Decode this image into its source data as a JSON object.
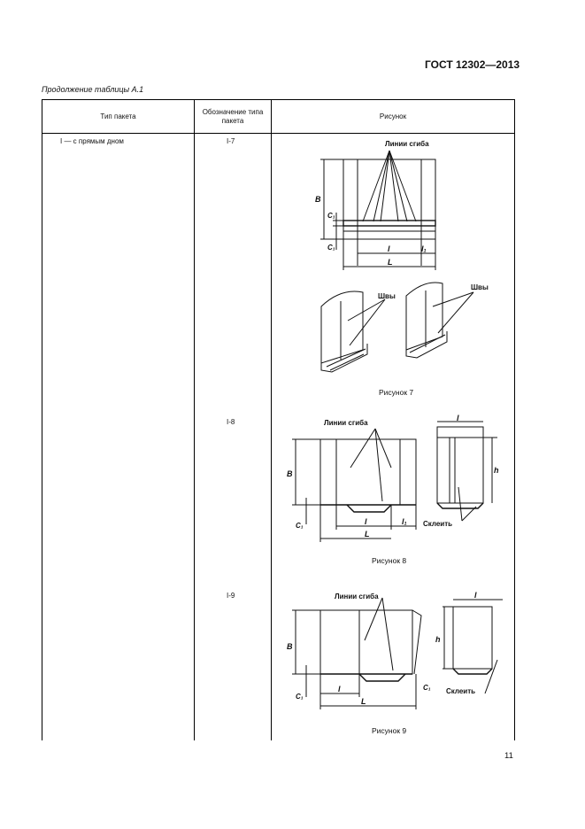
{
  "page": {
    "standard": "ГОСТ 12302—2013",
    "caption": "Продолжение таблицы А.1",
    "page_number": "11"
  },
  "table": {
    "headers": {
      "type": "Тип пакета",
      "designation": "Обозначение типа пакета",
      "figure": "Рисунок"
    },
    "package_type": "I — с прямым дном",
    "rows": [
      {
        "designation": "I-7",
        "caption": "Рисунок 7"
      },
      {
        "designation": "I-8",
        "caption": "Рисунок 8"
      },
      {
        "designation": "I-9",
        "caption": "Рисунок 9"
      }
    ]
  },
  "labels": {
    "fold_lines": "Линии сгиба",
    "seams": "Швы",
    "glue": "Склеить",
    "B": "B",
    "C1": "C₁",
    "l": "l",
    "l1": "l₁",
    "L": "L",
    "h": "h"
  },
  "colors": {
    "ink": "#111111",
    "paper": "#ffffff"
  }
}
